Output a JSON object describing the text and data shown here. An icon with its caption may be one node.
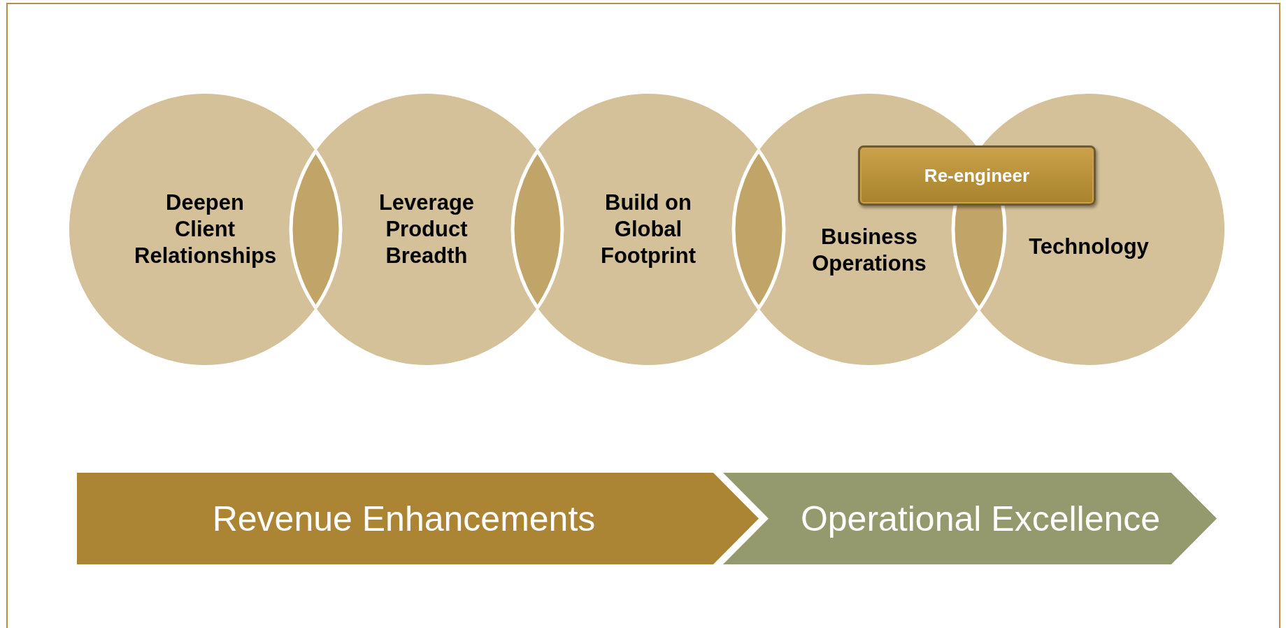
{
  "diagram": {
    "nodes": [
      {
        "text": [
          "Deepen Client Relationships"
        ]
      },
      {
        "text": [
          "Leverage Product Breadth"
        ]
      },
      {
        "text": [
          "Build on Global Footprint"
        ]
      },
      {
        "text": [
          "Business Operations"
        ]
      },
      {
        "text": [
          "Technology"
        ]
      },
      {
        "text": [
          "Re-engineer"
        ]
      },
      {
        "text": [
          "Revenue Enhancements"
        ]
      },
      {
        "text": [
          "Operational Excellence"
        ]
      }
    ],
    "edges": []
  }
}
